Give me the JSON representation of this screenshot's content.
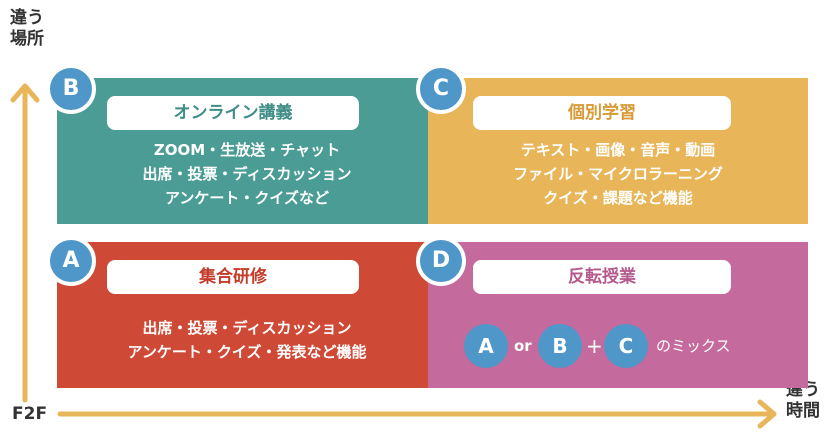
{
  "axes": {
    "y_label": "違う\n場所",
    "x_label": "違う\n時間",
    "origin_label": "F2F",
    "axis_color": "#e8b658"
  },
  "quadrants": {
    "b": {
      "badge": "B",
      "title": "オンライン講義",
      "lines": [
        "ZOOM・生放送・チャット",
        "出席・投票・ディスカッション",
        "アンケート・クイズなど"
      ],
      "color": "#4a9c94"
    },
    "c": {
      "badge": "C",
      "title": "個別学習",
      "lines": [
        "テキスト・画像・音声・動画",
        "ファイル・マイクロラーニング",
        "クイズ・課題など機能"
      ],
      "color": "#e8b658"
    },
    "a": {
      "badge": "A",
      "title": "集合研修",
      "lines": [
        "出席・投票・ディスカッション",
        "アンケート・クイズ・発表など機能"
      ],
      "color": "#cf4a36"
    },
    "d": {
      "badge": "D",
      "title": "反転授業",
      "color": "#c56a9c",
      "mix": {
        "a": "A",
        "or": "or",
        "b": "B",
        "plus": "+",
        "c": "C",
        "suffix": "のミックス"
      }
    }
  },
  "badge_color": "#4f96c9"
}
